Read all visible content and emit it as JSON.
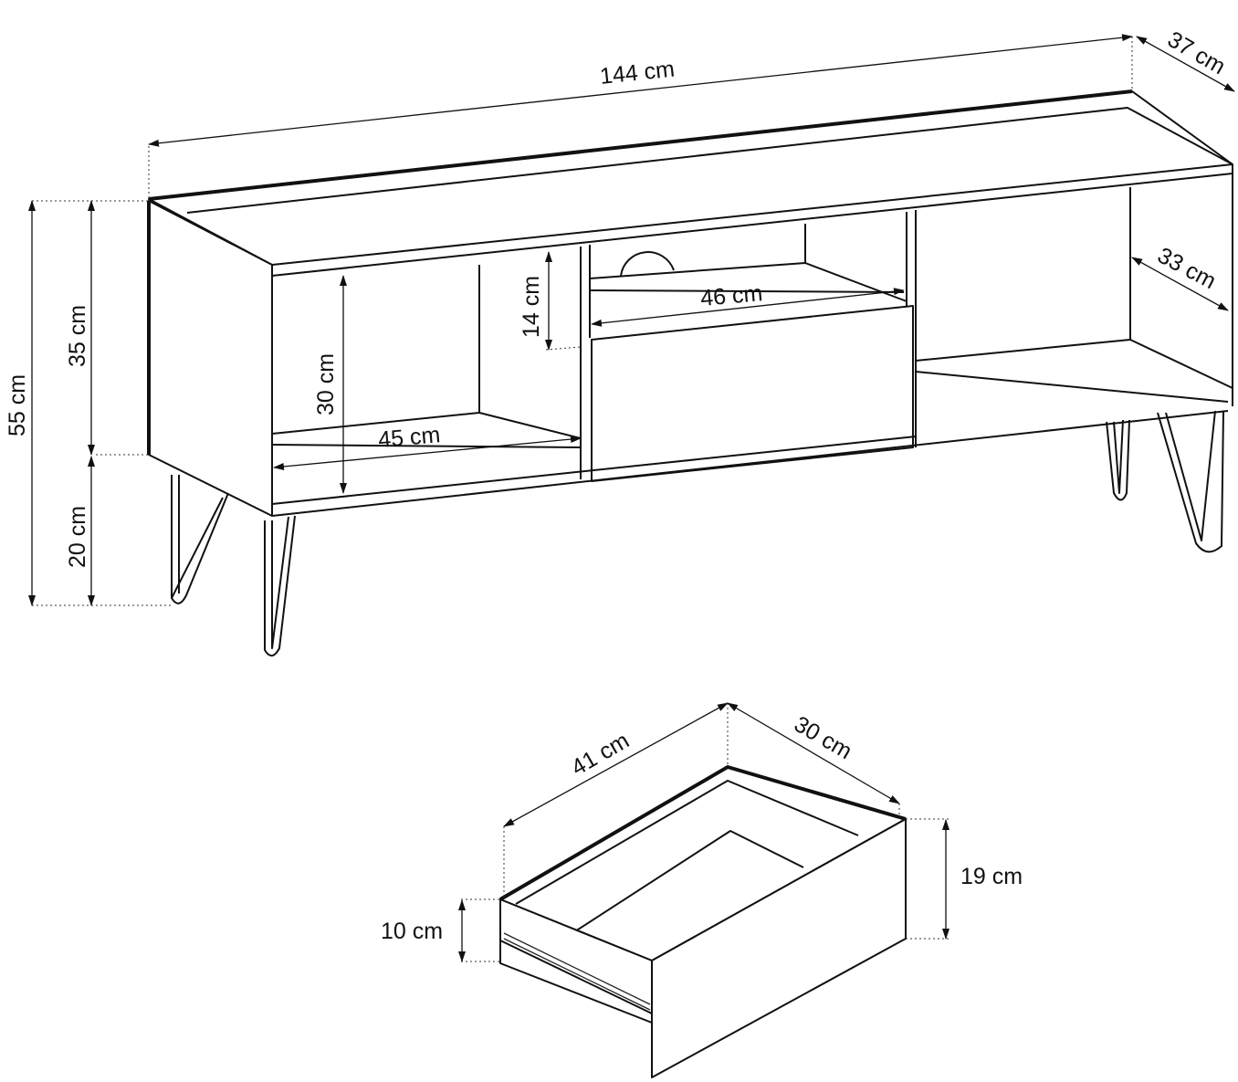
{
  "title": "TV cabinet dimension drawing",
  "cabinet": {
    "width": "144 cm",
    "depth": "37 cm",
    "inner_depth": "33 cm",
    "total_height": "55 cm",
    "body_height": "35 cm",
    "leg_height": "20 cm",
    "compartment_height": "30 cm",
    "compartment_width": "45 cm",
    "drawer_opening_height": "14 cm",
    "drawer_opening_width": "46 cm"
  },
  "drawer": {
    "length": "41 cm",
    "depth": "30 cm",
    "front_height": "19 cm",
    "side_height": "10 cm"
  }
}
